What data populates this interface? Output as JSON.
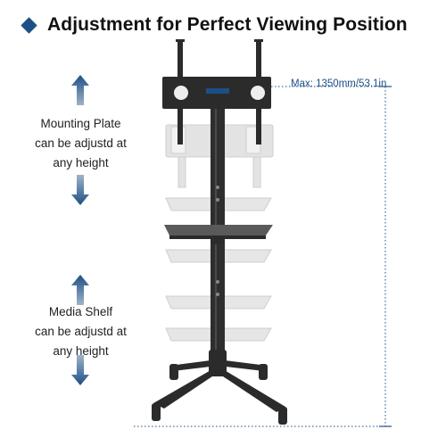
{
  "heading": {
    "title": "Adjustment for Perfect Viewing Position"
  },
  "mounting_plate": {
    "lines": [
      "Mounting Plate",
      "can be adjustd at",
      "any height"
    ]
  },
  "media_shelf": {
    "lines": [
      "Media Shelf",
      "can be adjustd at",
      "any height"
    ]
  },
  "dimension": {
    "max_height": "Max: 1350mm/53.1in"
  },
  "colors": {
    "accent": "#1d4f86",
    "stand": "#2b2b2b",
    "ghost": "#d9d9d9"
  }
}
